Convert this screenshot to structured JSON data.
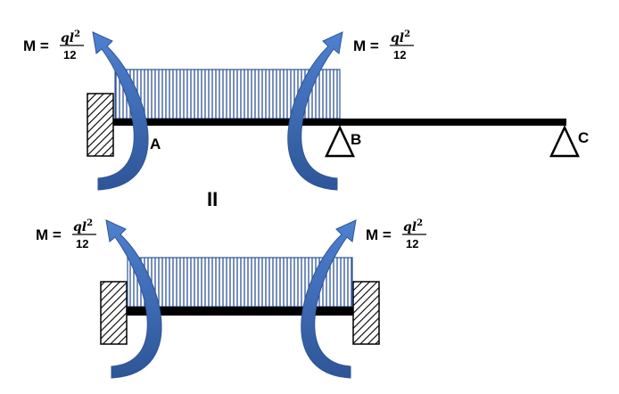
{
  "moment_label": {
    "prefix": "M =",
    "numerator_base": "ql",
    "numerator_exp": "2",
    "denominator": "12"
  },
  "support_labels": {
    "a": "A",
    "b": "B",
    "c": "C"
  },
  "equivalence_symbol": "II",
  "colors": {
    "arrow": "#4472C4",
    "load_lines": "#2F5597",
    "beam": "#000000"
  }
}
